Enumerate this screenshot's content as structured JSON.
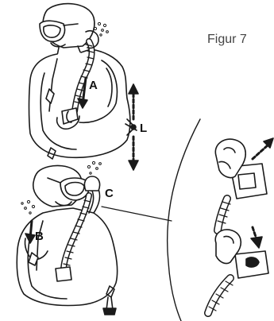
{
  "figure": {
    "caption": "Figur 7",
    "labels": {
      "a": "A",
      "b": "B",
      "c": "C",
      "l": "L"
    }
  },
  "colors": {
    "line": "#1a1a1a",
    "fill": "#ffffff",
    "caption": "#444444"
  },
  "icons": {
    "diver_top": "diver-inflating-vest-icon",
    "diver_bottom": "diver-deflating-vest-icon",
    "hand_top": "hand-pulling-inflator-icon",
    "hand_bottom": "hand-pressing-deflate-button-icon",
    "arrow": "arrow-icon",
    "bubbles": "air-bubbles-icon"
  }
}
